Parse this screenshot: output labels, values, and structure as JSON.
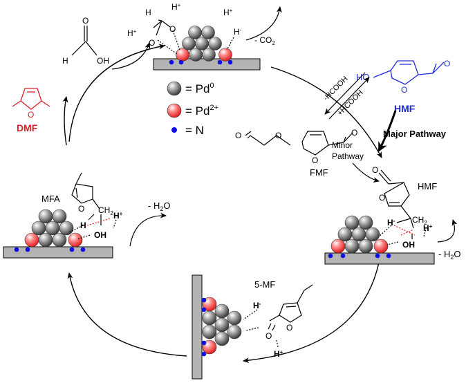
{
  "colors": {
    "blue_label": "#1f2bd6",
    "red_label": "#e0202a",
    "n_dot": "#1010e6",
    "surface": "#b4b4b4",
    "pd0": "#6e6e6e",
    "pd2": "#ff6a6a"
  },
  "legend": {
    "pd0_label": "= Pd",
    "pd0_sup": "0",
    "pd2_label": "= Pd",
    "pd2_sup": "2+",
    "n_label": "= N"
  },
  "top": {
    "h_plus_1": "H",
    "h_plus_2": "H",
    "h_plus_3": "H",
    "h_minus": "H",
    "co2_label": "- CO",
    "co2_sub": "2",
    "formic_oh": "OH",
    "formic_h": "H",
    "formic_o": "O",
    "formate_o1": "O",
    "formate_o2": "O"
  },
  "right": {
    "hmf_ho": "HO",
    "hmf_o_ring": "O",
    "hmf_o_ald": "O",
    "hmf_label": "HMF",
    "major_pathway": "Major Pathway",
    "minus_hcooh": "-HCOOH",
    "plus_hcooh": "+HCOOH",
    "minor_pathway_1": "Minor",
    "minor_pathway_2": "Pathway",
    "fmf_label": "FMF",
    "fmf_o1": "O",
    "fmf_o2": "O",
    "fmf_o3": "O",
    "fmf_o4": "O",
    "adsorbed_hmf_label": "HMF",
    "ads_o_ald": "O",
    "ads_o_ring": "O",
    "ads_ch2": "CH",
    "ads_ch2_sub": "2",
    "ads_h_minus": "H",
    "ads_h_plus": "H",
    "ads_oh": "OH",
    "minus_h2o": "- H",
    "minus_h2o_sub": "2",
    "minus_h2o_tail": "O"
  },
  "bottom": {
    "mf_label": "5-MF",
    "mf_o_ring": "O",
    "mf_o_carbonyl": "O",
    "h_minus": "H",
    "h_plus": "H"
  },
  "left": {
    "dmf_label": "DMF",
    "dmf_o": "O",
    "mfa_label": "MFA",
    "mfa_o_ring": "O",
    "mfa_ch2": "CH",
    "mfa_ch2_sub": "2",
    "mfa_h": "H",
    "mfa_h_plus": "H",
    "mfa_oh": "OH",
    "minus_h2o": "- H",
    "minus_h2o_sub": "2",
    "minus_h2o_tail": "O"
  }
}
